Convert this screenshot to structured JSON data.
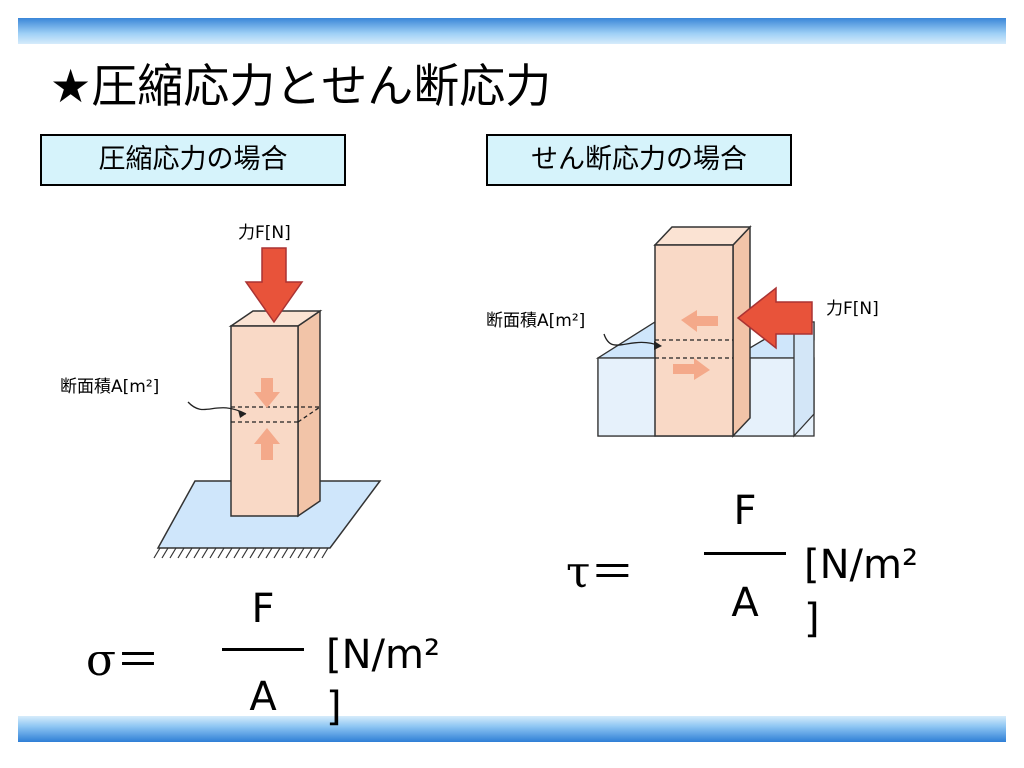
{
  "slide": {
    "title": "★圧縮応力とせん断応力",
    "compression_label": "圧縮応力の場合",
    "shear_label": "せん断応力の場合"
  },
  "compression_figure": {
    "force_label": "力F[N]",
    "area_label": "断面積A[m²]"
  },
  "shear_figure": {
    "force_label": "力F[N]",
    "area_label": "断面積A[m²]"
  },
  "formulas": {
    "sigma": {
      "symbol": "σ＝",
      "numerator": "F",
      "denominator": "A",
      "unit_open": "[N/m²",
      "unit_close": "]"
    },
    "tau": {
      "symbol": "τ＝",
      "numerator": "F",
      "denominator": "A",
      "unit_open": "[N/m²",
      "unit_close": "]"
    }
  },
  "colors": {
    "column_fill": "#f9d9c6",
    "force_arrow": "#e8533a",
    "inner_arrow": "#f4a98a",
    "base_fill": "#cfe6fb",
    "label_box_fill": "#d6f3fb"
  }
}
